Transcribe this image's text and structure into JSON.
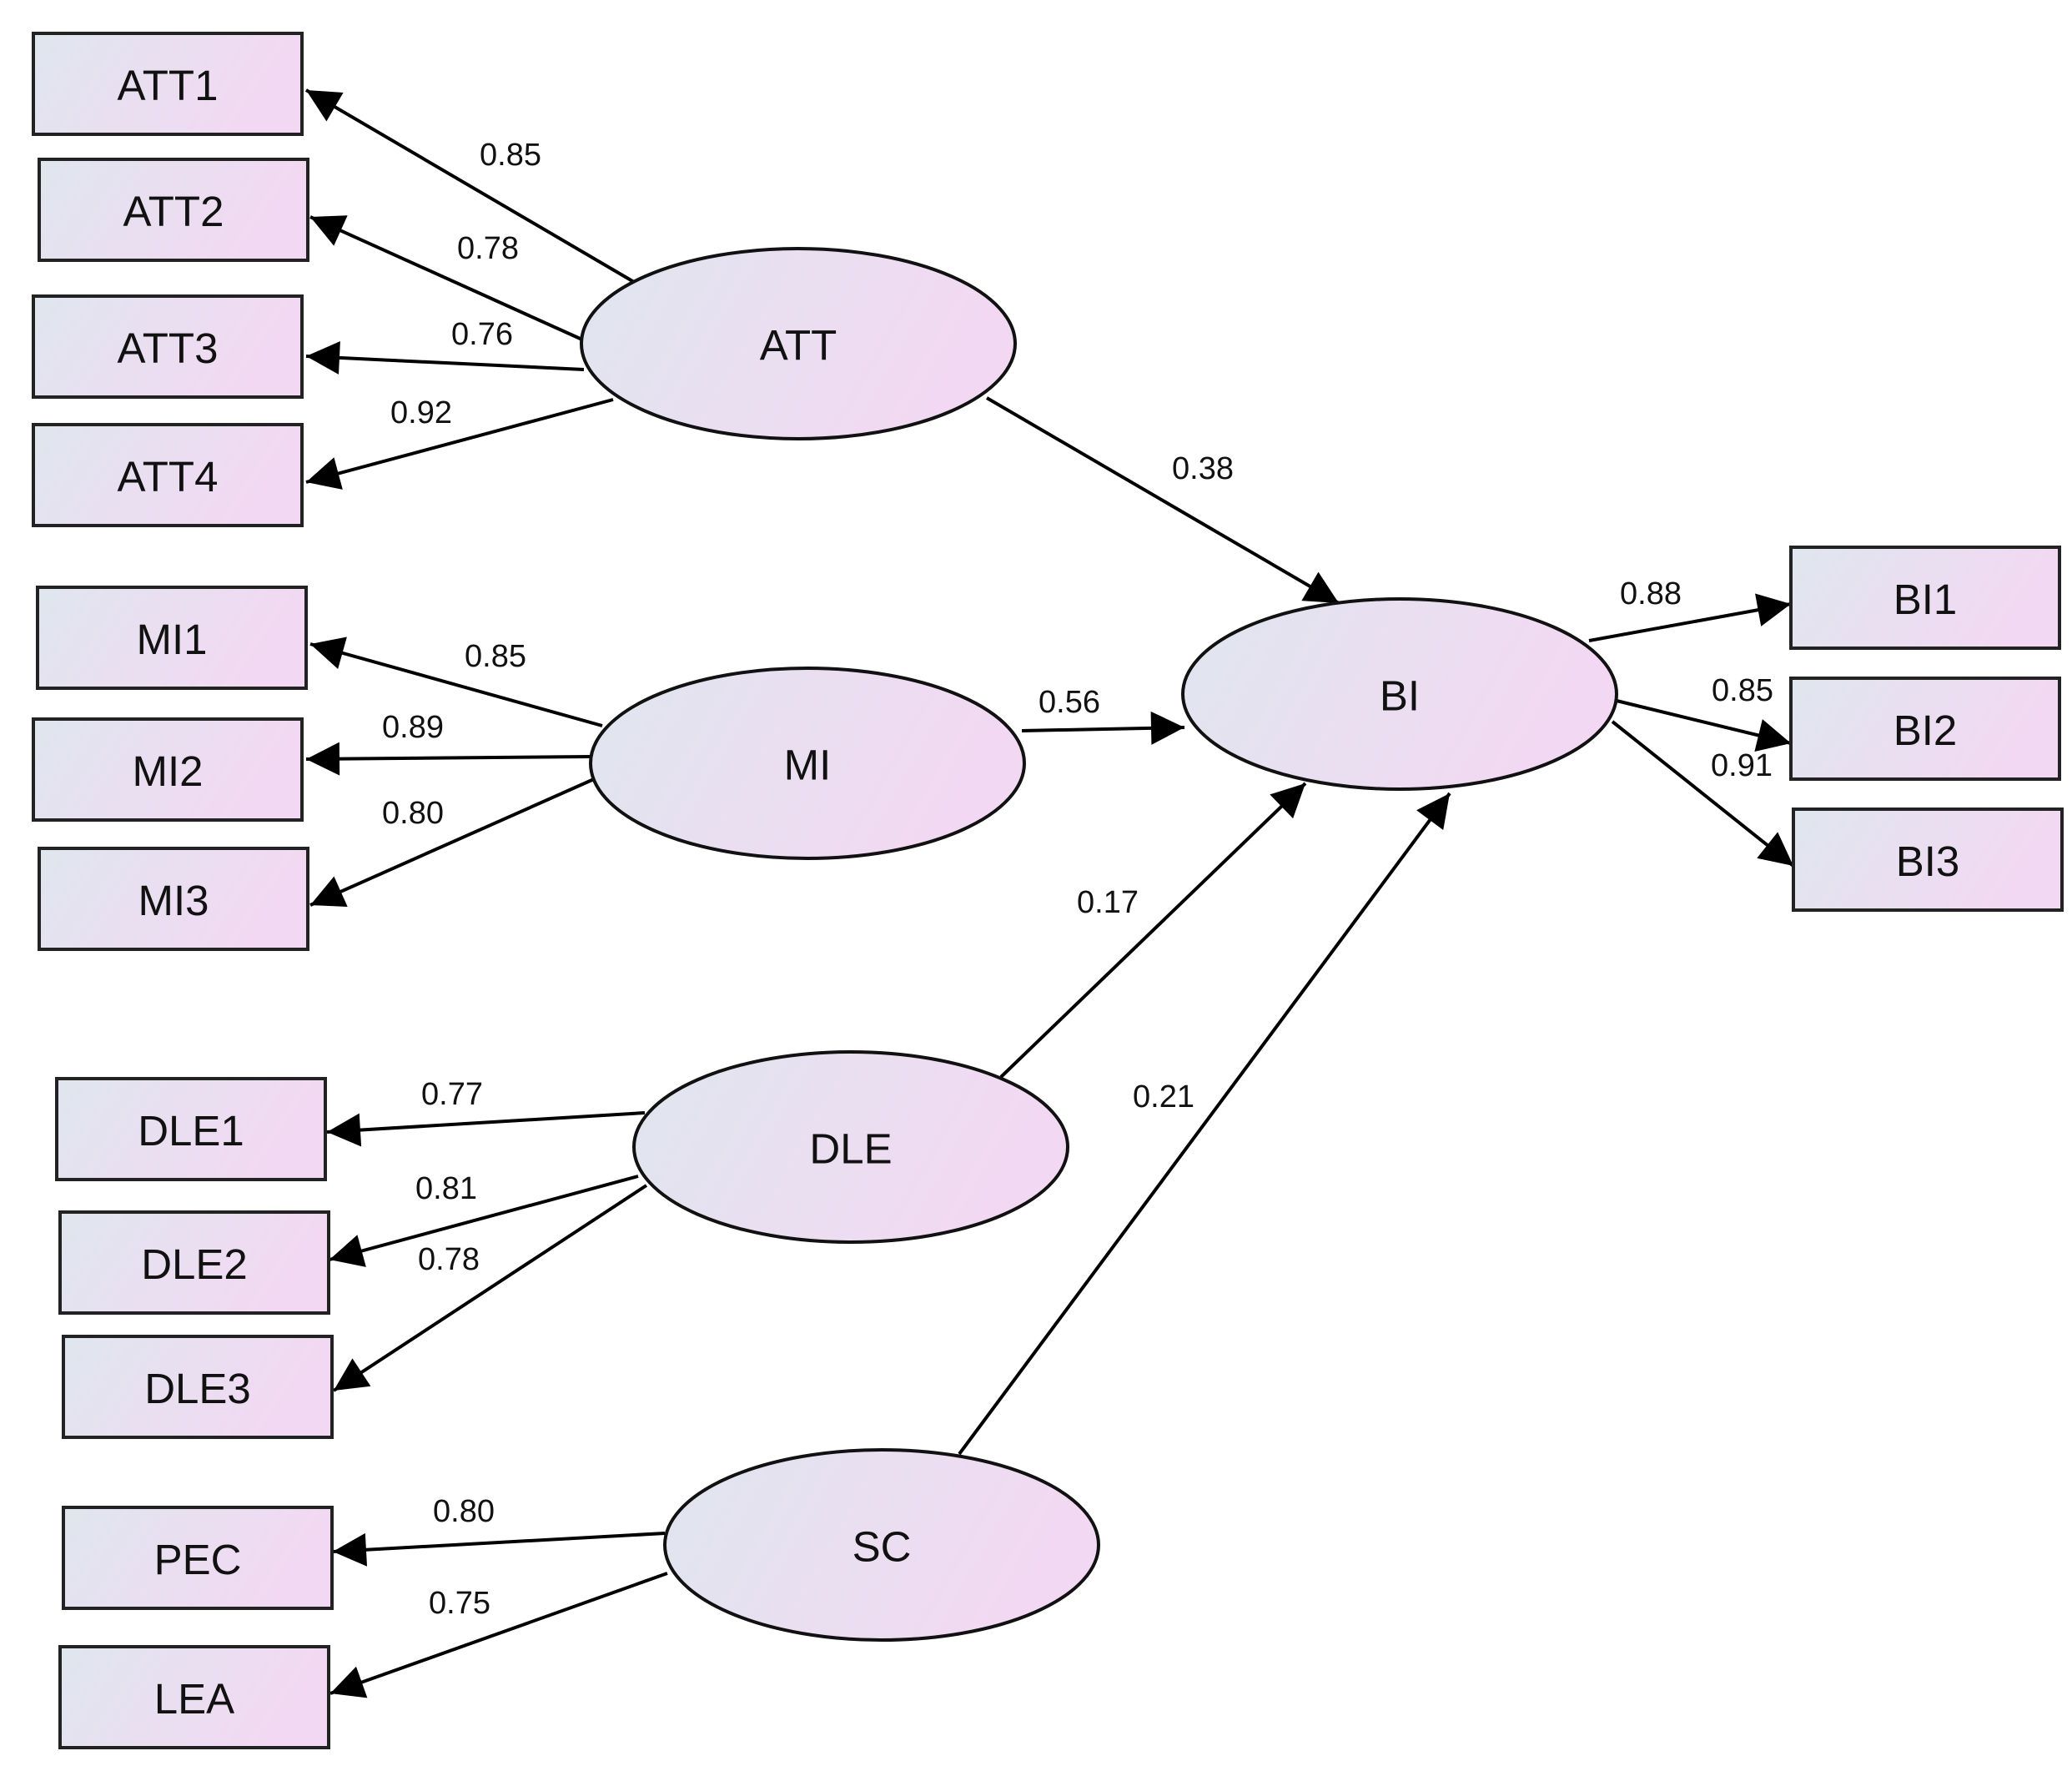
{
  "colors": {
    "node_fill_start": "#dfe6ee",
    "node_fill_end": "#f3d8f3",
    "stroke": "#111111"
  },
  "latent_variables": [
    {
      "id": "ATT",
      "label": "ATT"
    },
    {
      "id": "MI",
      "label": "MI"
    },
    {
      "id": "DLE",
      "label": "DLE"
    },
    {
      "id": "SC",
      "label": "SC"
    },
    {
      "id": "BI",
      "label": "BI"
    }
  ],
  "indicators": [
    {
      "id": "ATT1",
      "label": "ATT1"
    },
    {
      "id": "ATT2",
      "label": "ATT2"
    },
    {
      "id": "ATT3",
      "label": "ATT3"
    },
    {
      "id": "ATT4",
      "label": "ATT4"
    },
    {
      "id": "MI1",
      "label": "MI1"
    },
    {
      "id": "MI2",
      "label": "MI2"
    },
    {
      "id": "MI3",
      "label": "MI3"
    },
    {
      "id": "DLE1",
      "label": "DLE1"
    },
    {
      "id": "DLE2",
      "label": "DLE2"
    },
    {
      "id": "DLE3",
      "label": "DLE3"
    },
    {
      "id": "PEC",
      "label": "PEC"
    },
    {
      "id": "LEA",
      "label": "LEA"
    },
    {
      "id": "BI1",
      "label": "BI1"
    },
    {
      "id": "BI2",
      "label": "BI2"
    },
    {
      "id": "BI3",
      "label": "BI3"
    }
  ],
  "paths": [
    {
      "from": "ATT",
      "to": "ATT1",
      "coef": "0.85"
    },
    {
      "from": "ATT",
      "to": "ATT2",
      "coef": "0.78"
    },
    {
      "from": "ATT",
      "to": "ATT3",
      "coef": "0.76"
    },
    {
      "from": "ATT",
      "to": "ATT4",
      "coef": "0.92"
    },
    {
      "from": "MI",
      "to": "MI1",
      "coef": "0.85"
    },
    {
      "from": "MI",
      "to": "MI2",
      "coef": "0.89"
    },
    {
      "from": "MI",
      "to": "MI3",
      "coef": "0.80"
    },
    {
      "from": "DLE",
      "to": "DLE1",
      "coef": "0.77"
    },
    {
      "from": "DLE",
      "to": "DLE2",
      "coef": "0.81"
    },
    {
      "from": "DLE",
      "to": "DLE3",
      "coef": "0.78"
    },
    {
      "from": "SC",
      "to": "PEC",
      "coef": "0.80"
    },
    {
      "from": "SC",
      "to": "LEA",
      "coef": "0.75"
    },
    {
      "from": "BI",
      "to": "BI1",
      "coef": "0.88"
    },
    {
      "from": "BI",
      "to": "BI2",
      "coef": "0.85"
    },
    {
      "from": "BI",
      "to": "BI3",
      "coef": "0.91"
    },
    {
      "from": "ATT",
      "to": "BI",
      "coef": "0.38"
    },
    {
      "from": "MI",
      "to": "BI",
      "coef": "0.56"
    },
    {
      "from": "DLE",
      "to": "BI",
      "coef": "0.17"
    },
    {
      "from": "SC",
      "to": "BI",
      "coef": "0.21"
    }
  ]
}
